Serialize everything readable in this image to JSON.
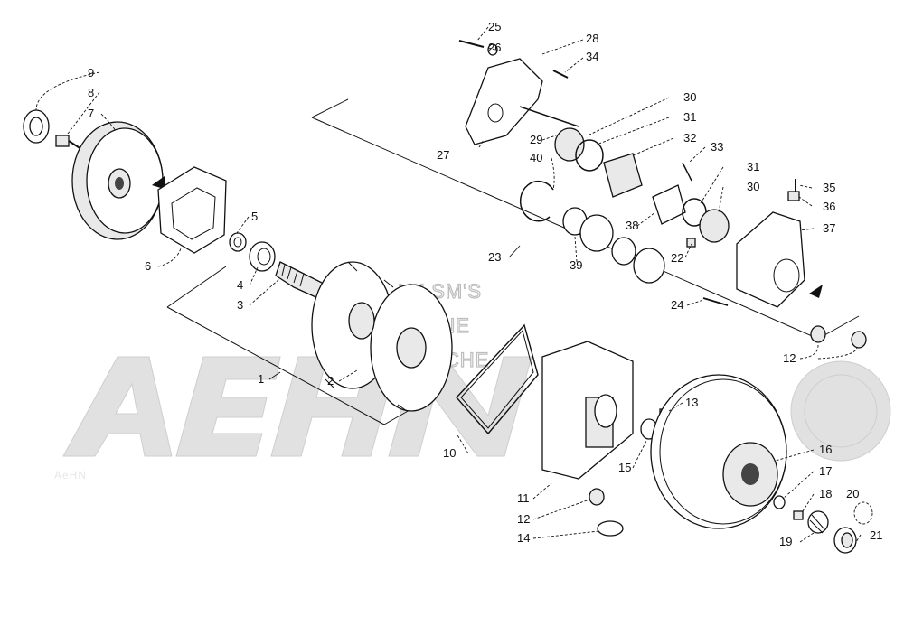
{
  "watermark": {
    "lines": [
      "HILSM'S",
      "ONLINE",
      "MICROFICHE"
    ],
    "logo_text": "AeHN"
  },
  "callouts": [
    {
      "id": "c1",
      "text": "1"
    },
    {
      "id": "c2",
      "text": "2"
    },
    {
      "id": "c3",
      "text": "3"
    },
    {
      "id": "c4",
      "text": "4"
    },
    {
      "id": "c5",
      "text": "5"
    },
    {
      "id": "c6",
      "text": "6"
    },
    {
      "id": "c7",
      "text": "7"
    },
    {
      "id": "c8",
      "text": "8"
    },
    {
      "id": "c9",
      "text": "9"
    },
    {
      "id": "c10",
      "text": "10"
    },
    {
      "id": "c11",
      "text": "11"
    },
    {
      "id": "c12a",
      "text": "12"
    },
    {
      "id": "c12b",
      "text": "12"
    },
    {
      "id": "c13",
      "text": "13"
    },
    {
      "id": "c14",
      "text": "14"
    },
    {
      "id": "c15",
      "text": "15"
    },
    {
      "id": "c16",
      "text": "16"
    },
    {
      "id": "c17",
      "text": "17"
    },
    {
      "id": "c18",
      "text": "18"
    },
    {
      "id": "c19",
      "text": "19"
    },
    {
      "id": "c20",
      "text": "20"
    },
    {
      "id": "c21",
      "text": "21"
    },
    {
      "id": "c22",
      "text": "22"
    },
    {
      "id": "c23",
      "text": "23"
    },
    {
      "id": "c24",
      "text": "24"
    },
    {
      "id": "c25",
      "text": "25"
    },
    {
      "id": "c26",
      "text": "26"
    },
    {
      "id": "c27",
      "text": "27"
    },
    {
      "id": "c28",
      "text": "28"
    },
    {
      "id": "c29",
      "text": "29"
    },
    {
      "id": "c30a",
      "text": "30"
    },
    {
      "id": "c30b",
      "text": "30"
    },
    {
      "id": "c31a",
      "text": "31"
    },
    {
      "id": "c31b",
      "text": "31"
    },
    {
      "id": "c32",
      "text": "32"
    },
    {
      "id": "c33",
      "text": "33"
    },
    {
      "id": "c34",
      "text": "34"
    },
    {
      "id": "c35",
      "text": "35"
    },
    {
      "id": "c36",
      "text": "36"
    },
    {
      "id": "c37",
      "text": "37"
    },
    {
      "id": "c38",
      "text": "38"
    },
    {
      "id": "c39",
      "text": "39"
    },
    {
      "id": "c40",
      "text": "40"
    }
  ]
}
